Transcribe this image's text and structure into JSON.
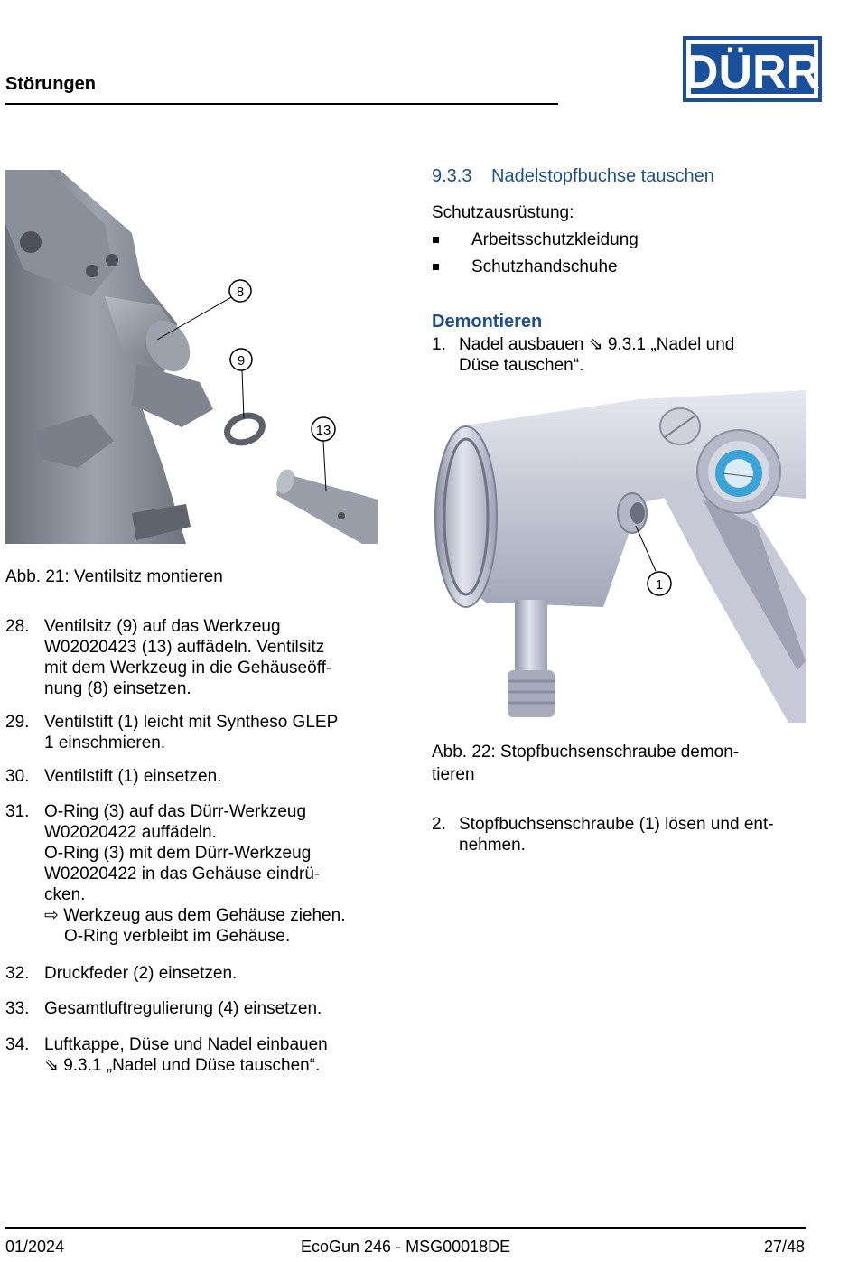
{
  "header": {
    "title": "Störungen",
    "logo_text": "DÜRR",
    "logo_color": "#1a4f9c"
  },
  "figure1": {
    "callouts": [
      "8",
      "9",
      "13"
    ],
    "caption": "Abb. 21: Ventilsitz montieren"
  },
  "section": {
    "number": "9.3.3",
    "title": "Nadelstopfbuchse tauschen",
    "protection_label": "Schutzausrüstung:",
    "protection_items": [
      "Arbeitsschutzkleidung",
      "Schutzhandschuhe"
    ],
    "subheading": "Demontieren",
    "accent_color": "#1f4e8c"
  },
  "right_steps": [
    {
      "num": "1.",
      "lines": [
        "Nadel ausbauen ⇘ 9.3.1 „Nadel und",
        "Düse tauschen“."
      ]
    },
    {
      "num": "2.",
      "lines": [
        "Stopfbuchsenschraube (1) lösen und ent-",
        "nehmen."
      ]
    }
  ],
  "figure2": {
    "callouts": [
      "1"
    ],
    "caption_lines": [
      "Abb. 22: Stopfbuchsenschraube demon-",
      "tieren"
    ]
  },
  "left_steps": [
    {
      "num": "28.",
      "lines": [
        "Ventilsitz (9) auf das Werkzeug",
        "W02020423 (13) auffädeln. Ventilsitz",
        "mit dem Werkzeug in die Gehäuseöff-",
        "nung (8) einsetzen."
      ]
    },
    {
      "num": "29.",
      "lines": [
        "Ventilstift (1) leicht mit Syntheso GLEP",
        "1 einschmieren."
      ]
    },
    {
      "num": "30.",
      "lines": [
        "Ventilstift (1) einsetzen."
      ]
    },
    {
      "num": "31.",
      "lines": [
        "O-Ring (3) auf das Dürr-Werkzeug",
        "W02020422 auffädeln.",
        "O-Ring (3) mit dem Dürr-Werkzeug",
        "W02020422 in das Gehäuse eindrü-",
        "cken."
      ],
      "result_lines": [
        "⇨ Werkzeug aus dem Gehäuse ziehen.",
        "O-Ring verbleibt im Gehäuse."
      ]
    },
    {
      "num": "32.",
      "lines": [
        "Druckfeder (2) einsetzen."
      ]
    },
    {
      "num": "33.",
      "lines": [
        "Gesamtluftregulierung (4) einsetzen."
      ]
    },
    {
      "num": "34.",
      "lines": [
        "Luftkappe, Düse und Nadel einbauen",
        "⇘ 9.3.1 „Nadel und Düse tauschen“."
      ]
    }
  ],
  "footer": {
    "date": "01/2024",
    "doc": "EcoGun 246 - MSG00018DE",
    "page": "27/48"
  }
}
